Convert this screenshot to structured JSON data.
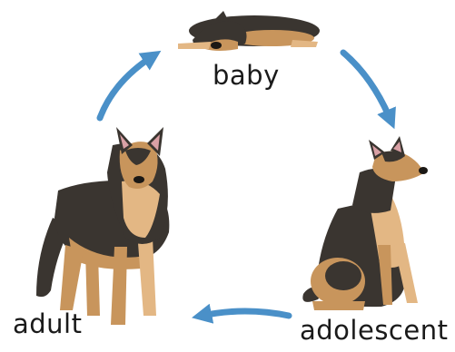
{
  "diagram": {
    "stages": [
      {
        "id": "baby",
        "label": "baby",
        "image": "sleeping-puppy"
      },
      {
        "id": "adolescent",
        "label": "adolescent",
        "image": "sitting-young-shepherd-dog"
      },
      {
        "id": "adult",
        "label": "adult",
        "image": "standing-adult-shepherd-dog"
      }
    ],
    "arrow_color": "#4a90c8",
    "coat_colors": {
      "dark": "#3a3530",
      "tan": "#c8955c",
      "light_tan": "#e3b784",
      "ear_inner": "#d9a0a5"
    }
  }
}
